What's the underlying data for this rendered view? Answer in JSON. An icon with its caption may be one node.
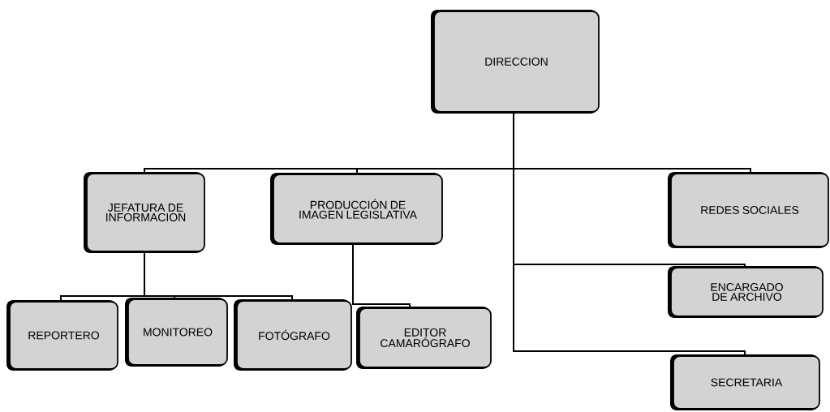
{
  "diagram": {
    "nodes": [
      {
        "text": [
          "DIRECCION"
        ]
      },
      {
        "text": [
          "JEFATURA DE INFORMACION"
        ]
      },
      {
        "text": [
          "PRODUCCIÓN DE IMAGEN LEGISLATIVA"
        ]
      },
      {
        "text": [
          "REDES SOCIALES"
        ]
      },
      {
        "text": [
          "ENCARGADO DE ARCHIVO"
        ]
      },
      {
        "text": [
          "SECRETARIA"
        ]
      },
      {
        "text": [
          "REPORTERO"
        ]
      },
      {
        "text": [
          "MONITOREO"
        ]
      },
      {
        "text": [
          "FOTÓGRAFO"
        ]
      },
      {
        "text": [
          "EDITOR CAMARÓGRAFO"
        ]
      }
    ],
    "edges": [
      {
        "from": 0,
        "to": 1,
        "arrow": "none"
      },
      {
        "from": 0,
        "to": 2,
        "arrow": "none"
      },
      {
        "from": 0,
        "to": 3,
        "arrow": "none"
      },
      {
        "from": 0,
        "to": 4,
        "arrow": "none"
      },
      {
        "from": 0,
        "to": 5,
        "arrow": "none"
      },
      {
        "from": 1,
        "to": 6,
        "arrow": "none"
      },
      {
        "from": 1,
        "to": 7,
        "arrow": "none"
      },
      {
        "from": 1,
        "to": 8,
        "arrow": "none"
      },
      {
        "from": 2,
        "to": 9,
        "arrow": "none"
      }
    ]
  }
}
